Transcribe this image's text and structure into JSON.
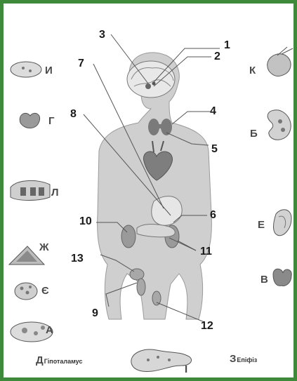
{
  "numbers": [
    "1",
    "2",
    "3",
    "4",
    "5",
    "6",
    "7",
    "8",
    "9",
    "10",
    "11",
    "12",
    "13"
  ],
  "letters": {
    "i": "И",
    "h": "Г",
    "l": "Л",
    "zh": "Ж",
    "ye": "Є",
    "a": "А",
    "d": "Д",
    "d_word": "Гіпоталамус",
    "k": "К",
    "b": "Б",
    "e": "Е",
    "v": "В",
    "z": "З",
    "z_word": "Епіфіз",
    "i2": "І"
  },
  "colors": {
    "border": "#3f8a3a",
    "body": "#c9c9c9",
    "organ": "#8a8a8a",
    "line": "#555555"
  }
}
